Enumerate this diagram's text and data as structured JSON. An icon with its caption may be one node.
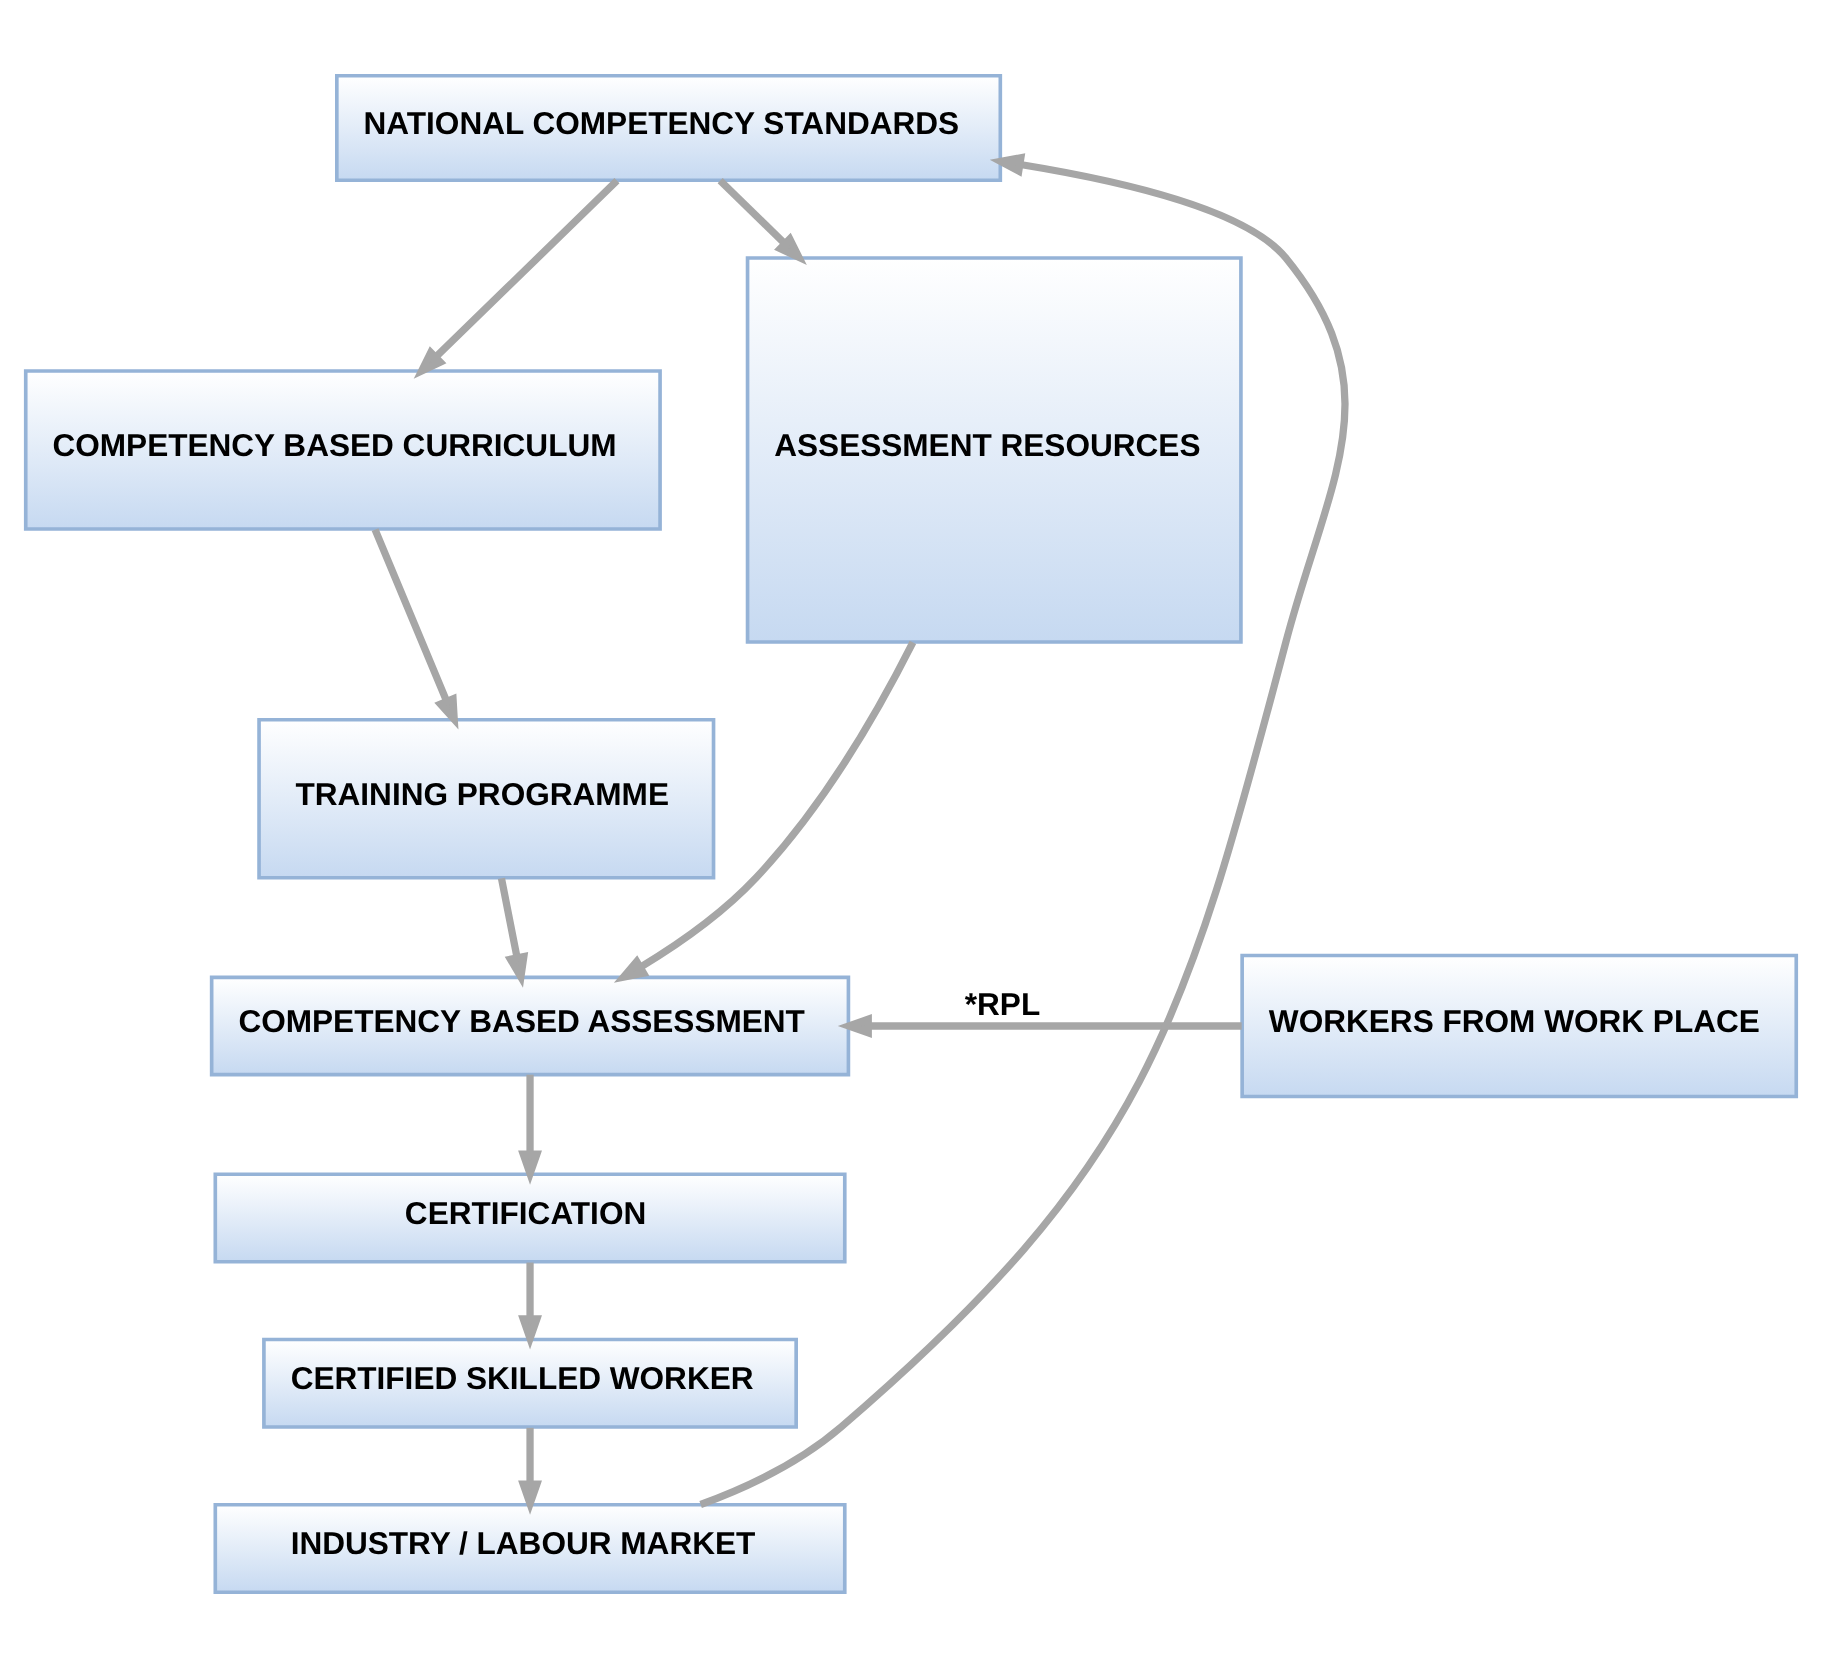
{
  "diagram": {
    "nodes": [
      {
        "text": [
          "NATIONAL COMPETENCY STANDARDS"
        ]
      },
      {
        "text": [
          "COMPETENCY BASED CURRICULUM"
        ]
      },
      {
        "text": [
          "ASSESSMENT RESOURCES"
        ]
      },
      {
        "text": [
          "TRAINING PROGRAMME"
        ]
      },
      {
        "text": [
          "COMPETENCY BASED ASSESSMENT"
        ]
      },
      {
        "text": [
          "WORKERS FROM WORK PLACE"
        ]
      },
      {
        "text": [
          "CERTIFICATION"
        ]
      },
      {
        "text": [
          "CERTIFIED SKILLED WORKER"
        ]
      },
      {
        "text": [
          "INDUSTRY / LABOUR MARKET"
        ]
      }
    ],
    "edges": [
      {
        "from": 0,
        "to": 1,
        "arrow": "to"
      },
      {
        "from": 0,
        "to": 2,
        "arrow": "to"
      },
      {
        "from": 1,
        "to": 3,
        "arrow": "to"
      },
      {
        "from": 3,
        "to": 4,
        "arrow": "to"
      },
      {
        "from": 2,
        "to": 4,
        "arrow": "to"
      },
      {
        "from": 5,
        "to": 4,
        "arrow": "to",
        "label": "*RPL"
      },
      {
        "from": 4,
        "to": 6,
        "arrow": "to"
      },
      {
        "from": 6,
        "to": 7,
        "arrow": "to"
      },
      {
        "from": 7,
        "to": 8,
        "arrow": "to"
      },
      {
        "from": 8,
        "to": 0,
        "arrow": "to"
      }
    ]
  }
}
